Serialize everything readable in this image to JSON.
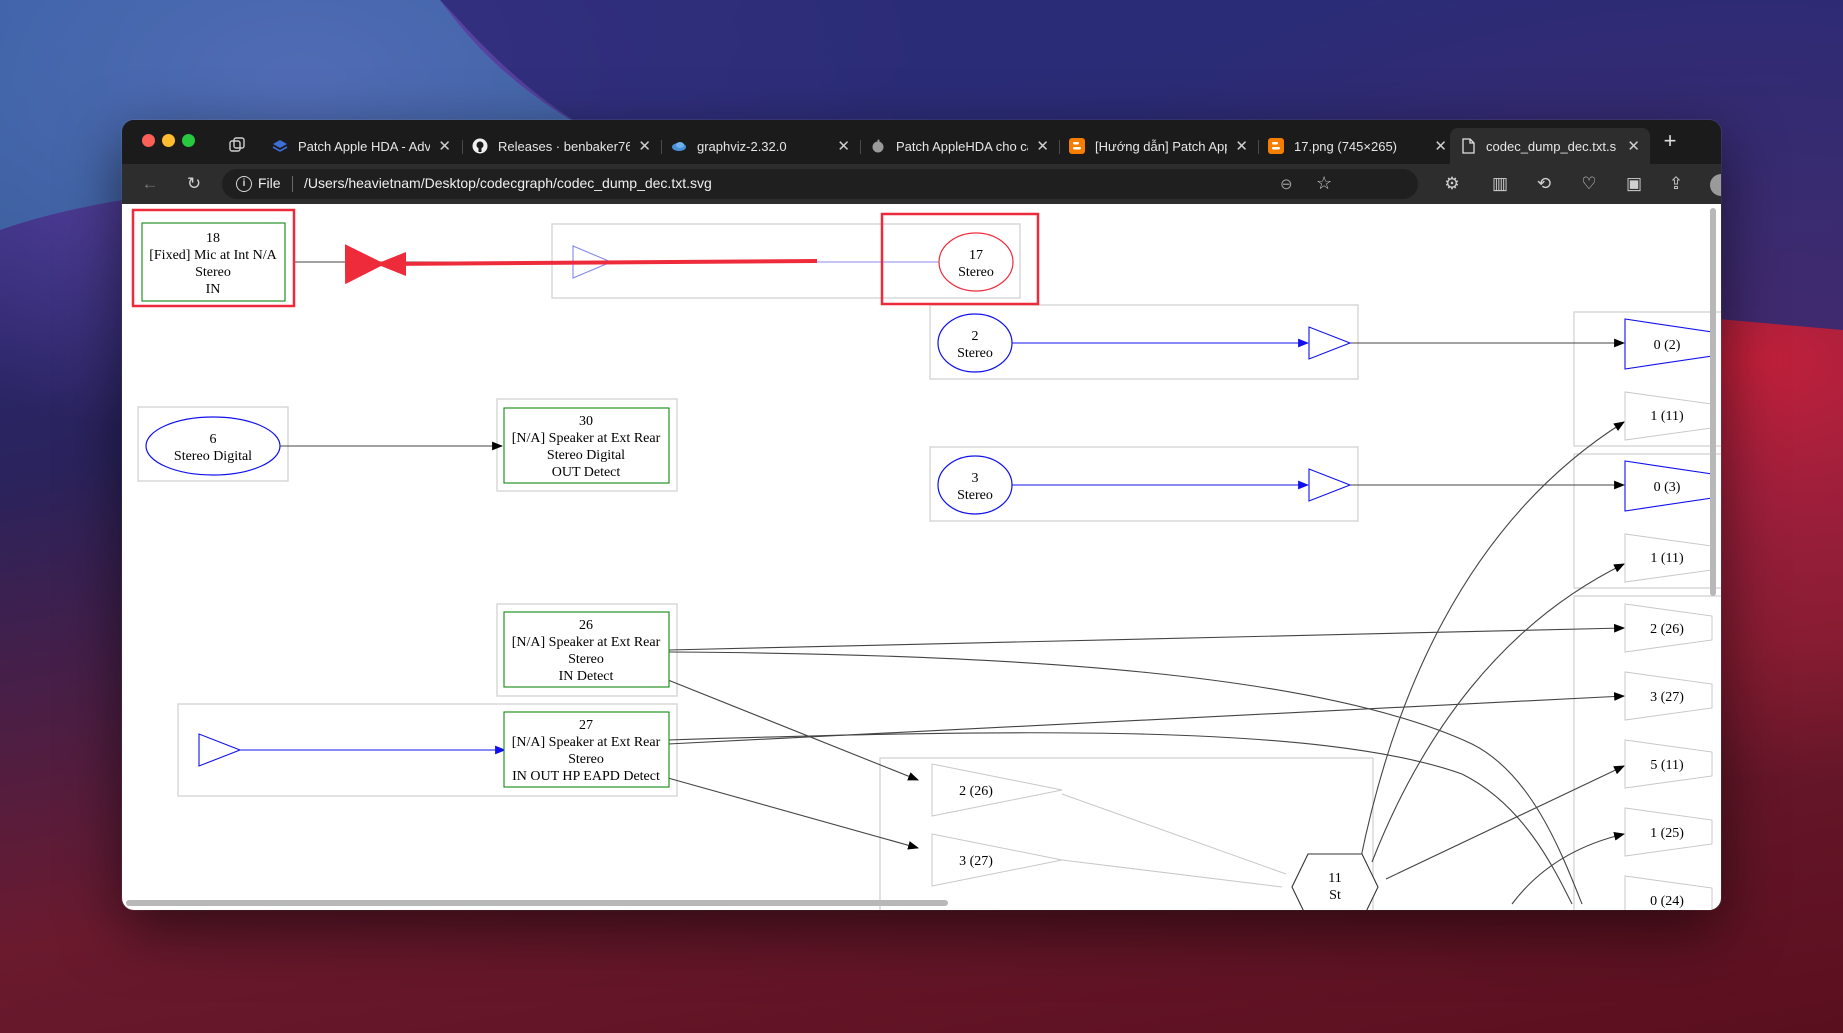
{
  "browser": {
    "tabs": [
      {
        "title": "Patch Apple HDA - Adv",
        "icon": "layers-icon"
      },
      {
        "title": "Releases · benbaker76/",
        "icon": "github-icon"
      },
      {
        "title": "graphviz-2.32.0",
        "icon": "cloud-icon"
      },
      {
        "title": "Patch AppleHDA cho cá",
        "icon": "apple-icon"
      },
      {
        "title": "[Hướng dẫn] Patch App",
        "icon": "blogger-icon"
      },
      {
        "title": "17.png (745×265)",
        "icon": "blogger-icon"
      },
      {
        "title": "codec_dump_dec.txt.s",
        "icon": "document-icon",
        "active": true
      }
    ],
    "address": {
      "scheme": "File",
      "path": "/Users/heavietnam/Desktop/codecgraph/codec_dump_dec.txt.svg"
    }
  },
  "graph": {
    "n18": [
      "18",
      "[Fixed] Mic at Int N/A",
      "Stereo",
      "IN"
    ],
    "n17": [
      "17",
      "Stereo"
    ],
    "n2": [
      "2",
      "Stereo"
    ],
    "n3": [
      "3",
      "Stereo"
    ],
    "n6": [
      "6",
      "Stereo Digital"
    ],
    "n30": [
      "30",
      "[N/A] Speaker at Ext Rear",
      "Stereo Digital",
      "OUT Detect"
    ],
    "n26": [
      "26",
      "[N/A] Speaker at Ext Rear",
      "Stereo",
      "IN Detect"
    ],
    "n27": [
      "27",
      "[N/A] Speaker at Ext Rear",
      "Stereo",
      "IN OUT HP EAPD Detect"
    ],
    "n11": [
      "11",
      "St"
    ],
    "mix_inputs_left": [
      "2 (26)",
      "3 (27)"
    ],
    "right_inputs": [
      "0 (2)",
      "1 (11)",
      "0 (3)",
      "1 (11)",
      "2 (26)",
      "3 (27)",
      "5 (11)",
      "1 (25)",
      "0 (24)"
    ]
  },
  "colors": {
    "highlight": "#ee2b3b",
    "blue_edge": "#1010ee",
    "green_box": "#118811",
    "cluster": "#d3d3d3"
  }
}
